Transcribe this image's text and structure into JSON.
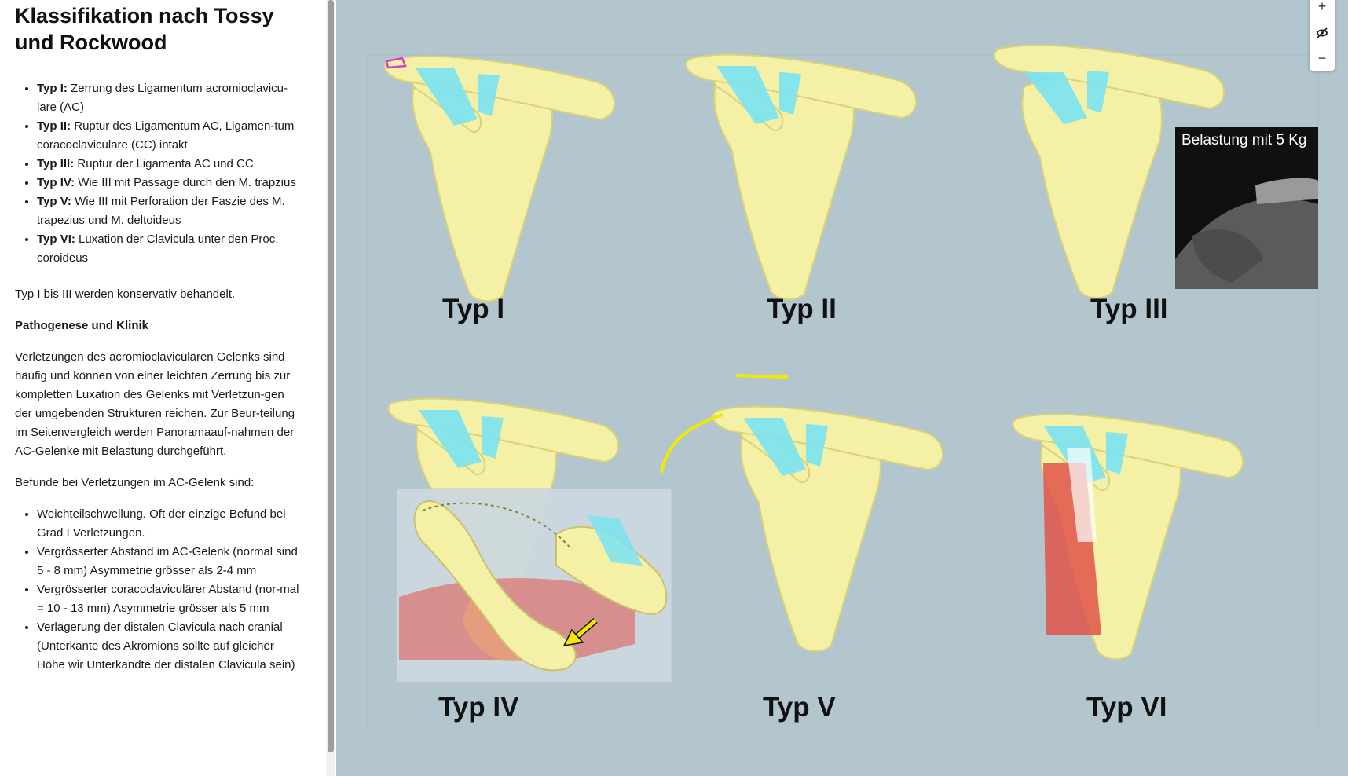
{
  "sidebar": {
    "title": "Klassifikation nach Tossy und Rockwood",
    "types": [
      {
        "label": "Typ I:",
        "text": " Zerrung des Ligamentum acromioclavicu-lare (AC)"
      },
      {
        "label": "Typ II:",
        "text": " Ruptur des Ligamentum AC, Ligamen-tum coracoclaviculare (CC) intakt"
      },
      {
        "label": "Typ III:",
        "text": " Ruptur der Ligamenta AC und CC"
      },
      {
        "label": "Typ IV:",
        "text": " Wie III mit Passage durch den M. trapzius"
      },
      {
        "label": "Typ V:",
        "text": " Wie III mit Perforation der Faszie des M. trapezius und M. deltoideus"
      },
      {
        "label": "Typ VI:",
        "text": " Luxation der Clavicula unter den Proc. coroideus"
      }
    ],
    "conservative": "Typ I bis III werden konservativ behandelt.",
    "section_heading": "Pathogenese und Klinik",
    "paragraph": "Verletzungen des acromioclaviculären Gelenks sind häufig und können von einer leichten Zerrung bis zur kompletten Luxation des Gelenks mit Verletzun-gen der umgebenden Strukturen reichen. Zur Beur-teilung im Seitenvergleich werden Panoramaauf-nahmen der AC-Gelenke mit Belastung durchgeführt.",
    "findings_intro": "Befunde bei Verletzungen im AC-Gelenk sind:",
    "findings": [
      "Weichteilschwellung. Oft der einzige Befund bei Grad I Verletzungen.",
      "Vergrösserter Abstand im AC-Gelenk (normal sind 5 - 8 mm) Asymmetrie grösser als 2-4 mm",
      "Vergrösserter coracoclaviculärer Abstand (nor-mal = 10 - 13 mm) Asymmetrie grösser als 5 mm",
      "Verlagerung der distalen Clavicula nach cranial (Unterkante des Akromions sollte auf gleicher Höhe wir Unterkandte der distalen Clavicula sein)"
    ]
  },
  "figure": {
    "labels": [
      "Typ I",
      "Typ II",
      "Typ III",
      "Typ IV",
      "Typ V",
      "Typ VI"
    ],
    "xray_caption": "Belastung mit 5 Kg",
    "colors": {
      "background": "#b3c6ce",
      "bone": "#f4f0a6",
      "bone_outline": "#d9d27a",
      "ligament": "#7ae3f2",
      "muscle": "#e0544a",
      "marker_yellow": "#f2e800",
      "magenta": "#d63fd6"
    }
  },
  "zoom": {
    "plus": "+",
    "minus": "−",
    "plus_icon": "zoom-in-icon",
    "minus_icon": "zoom-out-icon",
    "toggle_icon": "eye-off-icon"
  }
}
